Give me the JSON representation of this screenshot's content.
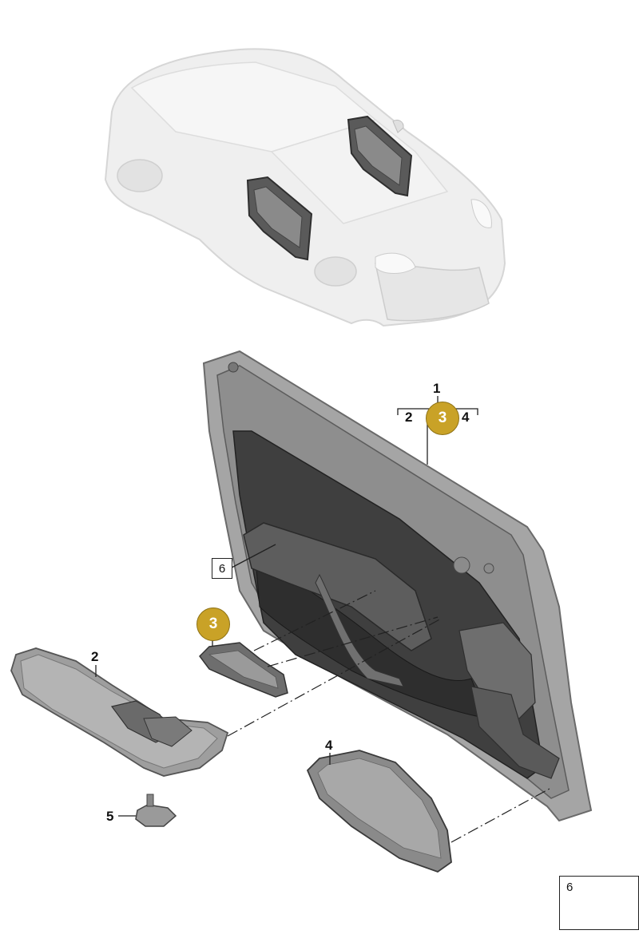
{
  "callouts": {
    "part_1": "1",
    "part_2_upper": "2",
    "part_3_upper": "3",
    "part_4_upper": "4",
    "part_6_box": "6",
    "part_3_lower": "3",
    "part_2_lower": "2",
    "part_4_lower": "4",
    "part_5": "5"
  },
  "legend": {
    "item_number": "6"
  },
  "colors": {
    "highlight_badge": "#c9a227",
    "car_body": "#ececec",
    "door_trim_dark": "#3d3d3d",
    "door_trim_frame": "#9a9a9a"
  }
}
